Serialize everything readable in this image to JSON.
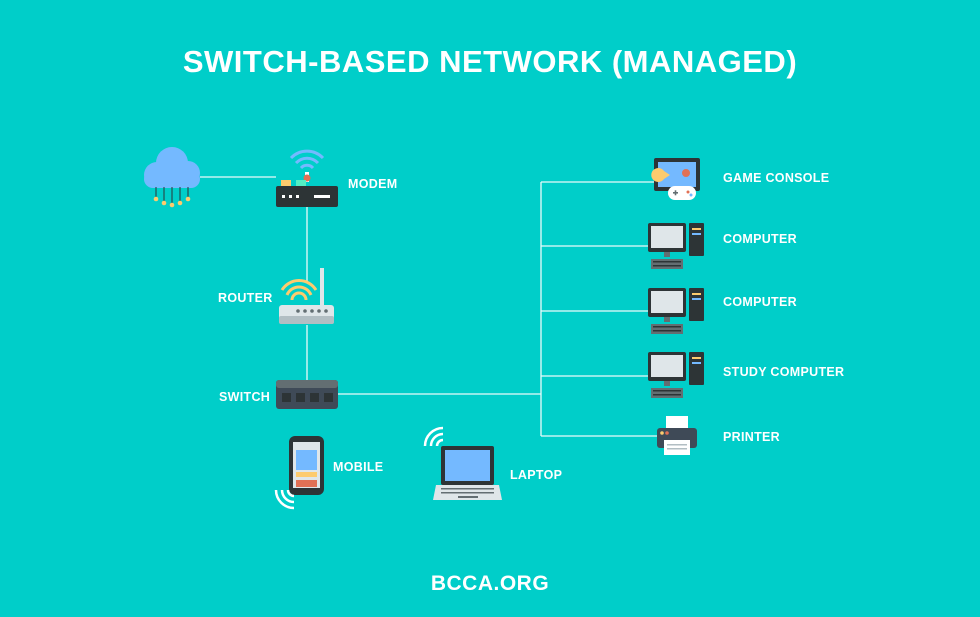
{
  "title": "SWITCH-BASED NETWORK (MANAGED)",
  "footer": "BCCA.ORG",
  "colors": {
    "background": "#00cec9",
    "text": "#ffffff",
    "device_dark": "#3f4a57",
    "screen_blue": "#74b9ff",
    "accent_yellow": "#fdcb6e",
    "accent_red": "#e17055"
  },
  "devices": {
    "cloud": {
      "icon": "cloud-icon"
    },
    "modem": {
      "label": "MODEM",
      "icon": "modem-icon"
    },
    "router": {
      "label": "ROUTER",
      "icon": "router-icon"
    },
    "switch": {
      "label": "SWITCH",
      "icon": "switch-icon"
    },
    "mobile": {
      "label": "MOBILE",
      "icon": "mobile-icon"
    },
    "laptop": {
      "label": "LAPTOP",
      "icon": "laptop-icon"
    },
    "game_console": {
      "label": "GAME CONSOLE",
      "icon": "game-console-icon"
    },
    "computer_1": {
      "label": "COMPUTER",
      "icon": "computer-icon"
    },
    "computer_2": {
      "label": "COMPUTER",
      "icon": "computer-icon"
    },
    "study_computer": {
      "label": "STUDY COMPUTER",
      "icon": "computer-icon"
    },
    "printer": {
      "label": "PRINTER",
      "icon": "printer-icon"
    }
  }
}
